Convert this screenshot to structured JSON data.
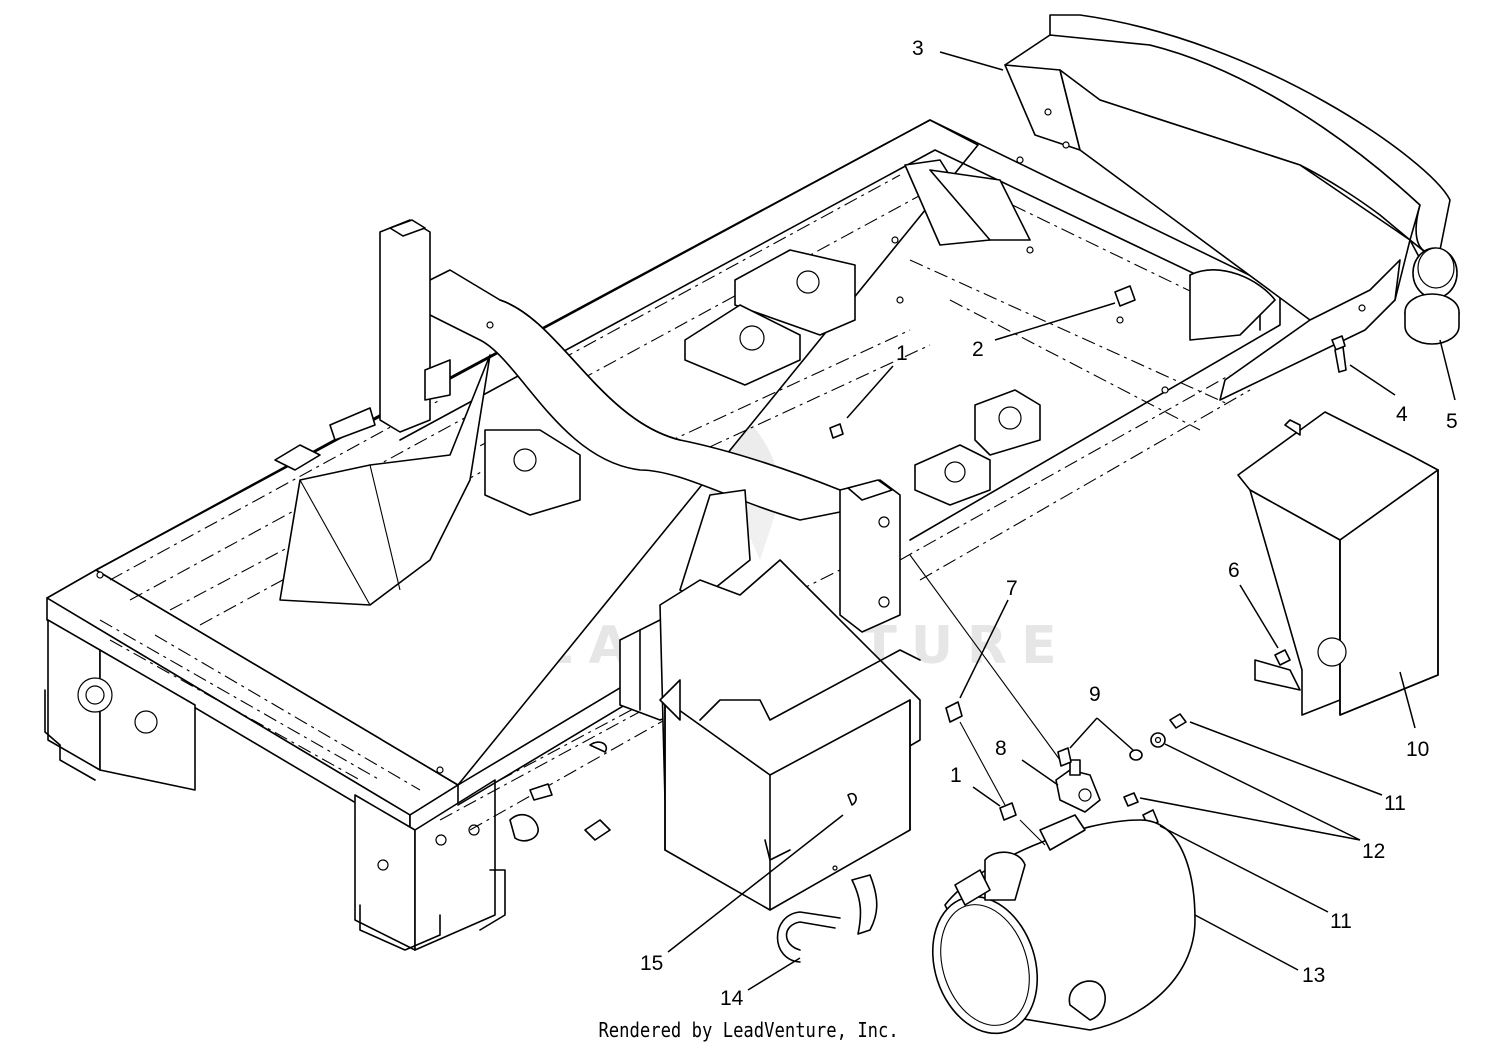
{
  "watermark": "LEADVENTURE",
  "credit": "Rendered by LeadVenture, Inc.",
  "callouts": [
    {
      "id": "3",
      "label": "3"
    },
    {
      "id": "1a",
      "label": "1"
    },
    {
      "id": "2",
      "label": "2"
    },
    {
      "id": "4",
      "label": "4"
    },
    {
      "id": "5",
      "label": "5"
    },
    {
      "id": "6",
      "label": "6"
    },
    {
      "id": "7",
      "label": "7"
    },
    {
      "id": "10",
      "label": "10"
    },
    {
      "id": "9",
      "label": "9"
    },
    {
      "id": "8",
      "label": "8"
    },
    {
      "id": "1b",
      "label": "1"
    },
    {
      "id": "11a",
      "label": "11"
    },
    {
      "id": "12",
      "label": "12"
    },
    {
      "id": "11b",
      "label": "11"
    },
    {
      "id": "15",
      "label": "15"
    },
    {
      "id": "13",
      "label": "13"
    },
    {
      "id": "14",
      "label": "14"
    }
  ]
}
